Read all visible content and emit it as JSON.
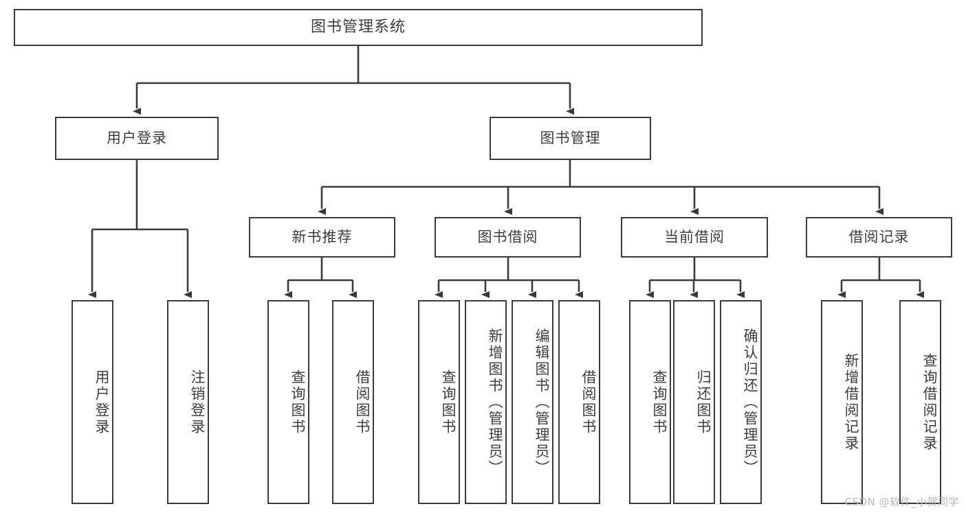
{
  "diagram": {
    "type": "tree",
    "title_node": {
      "label": "图书管理系统"
    },
    "level2": [
      {
        "id": "login",
        "label": "用户登录"
      },
      {
        "id": "bookmgmt",
        "label": "图书管理"
      }
    ],
    "level3": [
      {
        "id": "newbook",
        "label": "新书推荐"
      },
      {
        "id": "borrow",
        "label": "图书借阅"
      },
      {
        "id": "current",
        "label": "当前借阅"
      },
      {
        "id": "record",
        "label": "借阅记录"
      }
    ],
    "leaves": {
      "login": [
        {
          "label": "用户登录"
        },
        {
          "label": "注销登录"
        }
      ],
      "newbook": [
        {
          "label": "查询图书"
        },
        {
          "label": "借阅图书"
        }
      ],
      "borrow": [
        {
          "label": "查询图书"
        },
        {
          "label": "新增图书（管理员）"
        },
        {
          "label": "编辑图书（管理员）"
        },
        {
          "label": "借阅图书"
        }
      ],
      "current": [
        {
          "label": "查询图书"
        },
        {
          "label": "归还图书"
        },
        {
          "label": "确认归还（管理员）"
        }
      ],
      "record": [
        {
          "label": "新增借阅记录"
        },
        {
          "label": "查询借阅记录"
        }
      ]
    }
  },
  "watermark": {
    "text": "CSDN @软件_小贺同学"
  },
  "colors": {
    "stroke": "#3a3a3a",
    "text": "#3d3d3d",
    "background": "#ffffff",
    "watermark": "#b9b9b9"
  }
}
